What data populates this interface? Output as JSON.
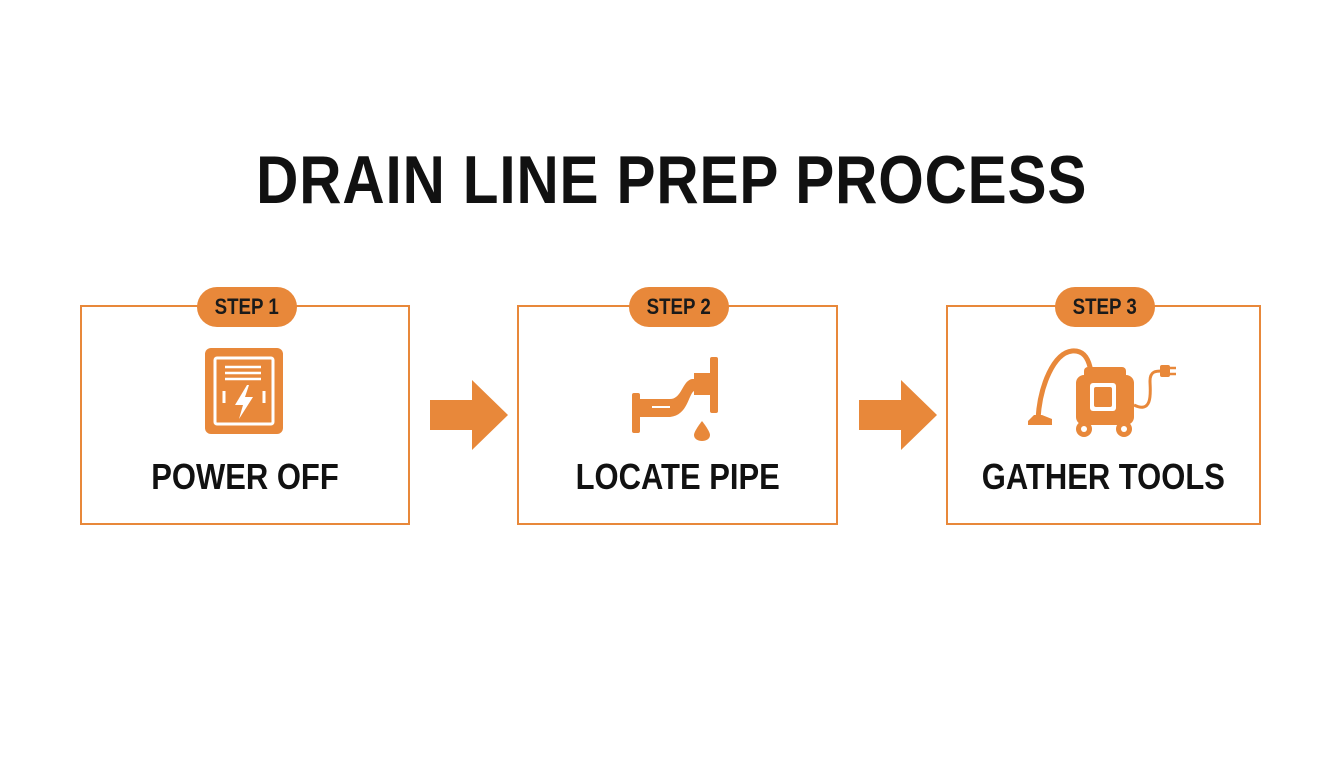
{
  "title": "DRAIN LINE PREP PROCESS",
  "accent_color": "#e8883a",
  "steps": [
    {
      "badge": "STEP 1",
      "label": "POWER OFF",
      "icon": "electrical-panel-icon"
    },
    {
      "badge": "STEP 2",
      "label": "LOCATE PIPE",
      "icon": "dripping-pipe-icon"
    },
    {
      "badge": "STEP 3",
      "label": "GATHER TOOLS",
      "icon": "wet-vacuum-icon"
    }
  ]
}
